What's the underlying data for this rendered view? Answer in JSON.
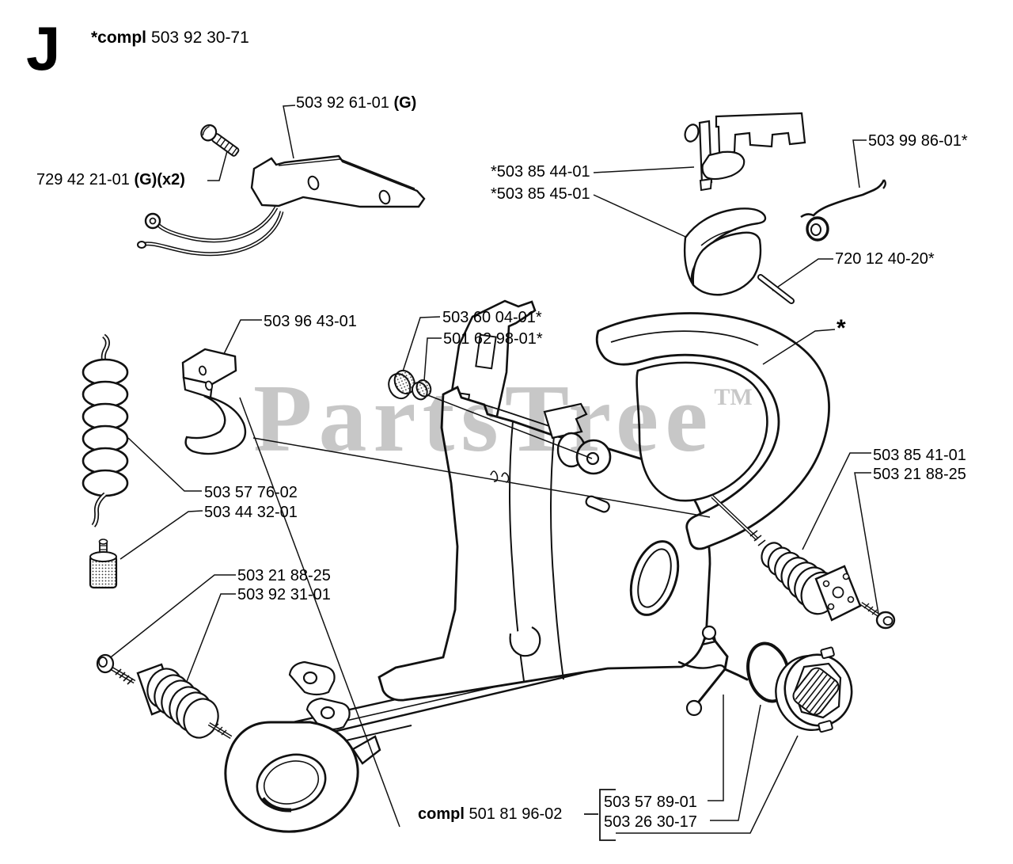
{
  "header": {
    "section_letter": "J",
    "assembly_prefix_bold": "*compl",
    "assembly_number": "503 92 30-71"
  },
  "watermark": {
    "text": "PartsTree",
    "trademark": "TM"
  },
  "labels": [
    {
      "id": "503-92-61-01",
      "text": "503 92 61-01 ",
      "bold_suffix": "(G)"
    },
    {
      "id": "729-42-21-01",
      "text": "729 42 21-01 ",
      "bold_suffix": "(G)(x2)"
    },
    {
      "id": "503-85-44-01",
      "text": "*503 85 44-01"
    },
    {
      "id": "503-85-45-01",
      "text": "*503 85 45-01"
    },
    {
      "id": "503-99-86-01",
      "text": "503 99 86-01*"
    },
    {
      "id": "720-12-40-20",
      "text": "720 12 40-20*"
    },
    {
      "id": "503-96-43-01",
      "text": "503 96 43-01"
    },
    {
      "id": "503-60-04-01",
      "text": "503 60 04-01*"
    },
    {
      "id": "501-62-98-01",
      "text": "501 62 98-01*"
    },
    {
      "id": "asterisk-callout",
      "text": "*"
    },
    {
      "id": "503-85-41-01",
      "text": "503 85 41-01"
    },
    {
      "id": "503-21-88-25-right",
      "text": "503 21 88-25"
    },
    {
      "id": "503-57-76-02",
      "text": "503 57 76-02"
    },
    {
      "id": "503-44-32-01",
      "text": "503 44 32-01"
    },
    {
      "id": "503-21-88-25-left",
      "text": "503 21 88-25"
    },
    {
      "id": "503-92-31-01",
      "text": "503 92 31-01"
    },
    {
      "id": "compl-group",
      "bold_prefix": "compl",
      "text": " 501 81 96-02"
    },
    {
      "id": "503-57-89-01",
      "text": "503 57 89-01"
    },
    {
      "id": "503-26-30-17",
      "text": "503 26 30-17"
    }
  ]
}
